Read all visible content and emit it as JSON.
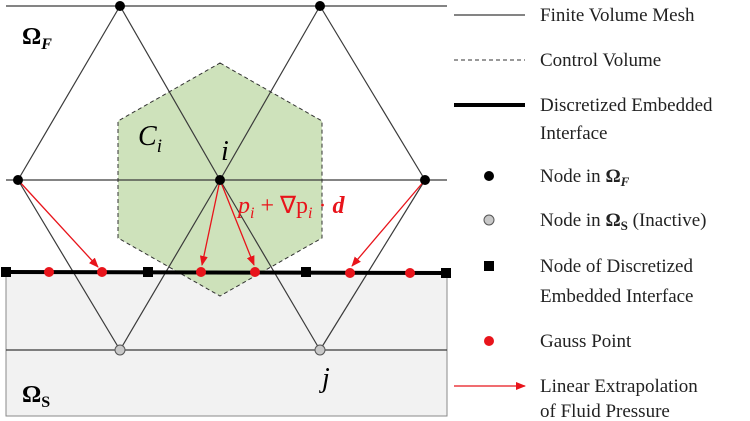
{
  "diagram": {
    "domain_fluid": {
      "omega": "Ω",
      "sub": "F"
    },
    "domain_solid": {
      "omega": "Ω",
      "sub": "S"
    },
    "cell_label": {
      "main": "C",
      "sub": "i"
    },
    "node_i_label": "i",
    "node_j_label": "j",
    "extrapolation_formula": {
      "p": "p",
      "sub1": "i",
      "mid": " + ∇p",
      "sub2": "i",
      "tail": " · ",
      "d": "d"
    },
    "colors": {
      "control_volume_fill": "#c9dfb4",
      "solid_fill": "#f2f2f2",
      "gauss_point": "#e8141b",
      "arrow": "#e8141b",
      "inactive_node": "#c8c8c8"
    }
  },
  "legend": {
    "mesh": "Finite Volume Mesh",
    "control_volume": "Control Volume",
    "interface_line1": "Discretized Embedded",
    "interface_line2": "Interface",
    "node_fluid_prefix": "Node in ",
    "node_fluid_omega": "Ω",
    "node_fluid_sub": "F",
    "node_solid_prefix": "Node in ",
    "node_solid_omega": "Ω",
    "node_solid_sub": "S",
    "node_solid_suffix": " (Inactive)",
    "interface_node_line1": "Node of Discretized",
    "interface_node_line2": "Embedded Interface",
    "gauss_point": "Gauss Point",
    "extrapolation_line1": "Linear Extrapolation",
    "extrapolation_line2": "of Fluid Pressure"
  }
}
